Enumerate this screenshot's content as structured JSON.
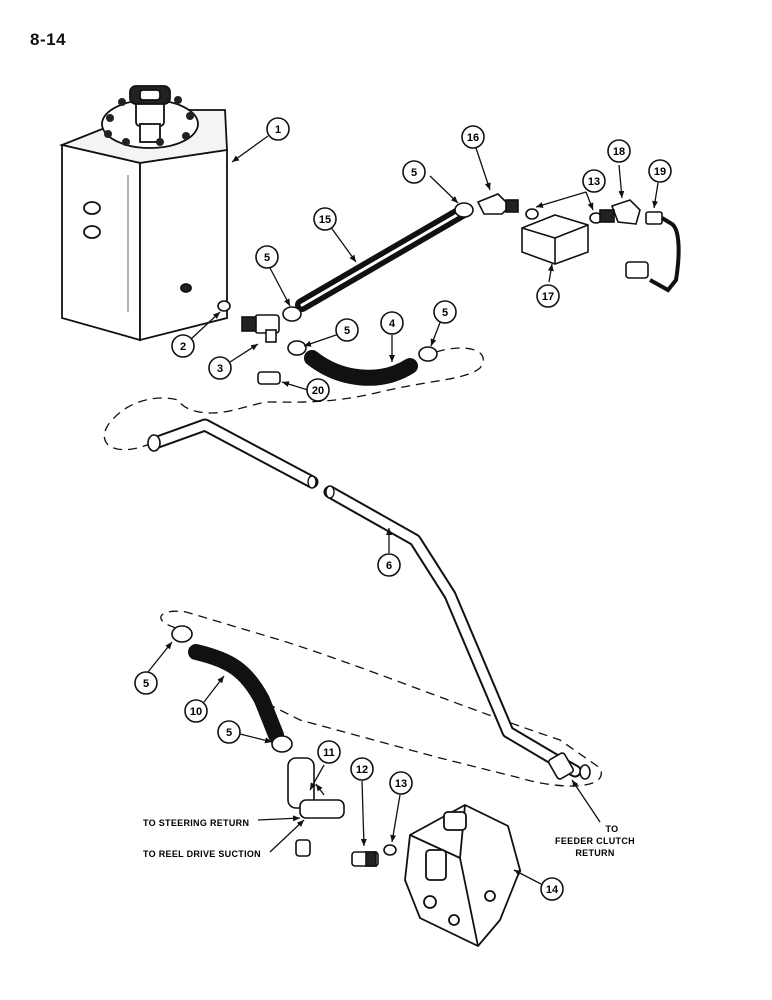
{
  "page": {
    "number": "8-14"
  },
  "callouts": [
    "1",
    "2",
    "3",
    "4",
    "5",
    "6",
    "10",
    "11",
    "12",
    "13",
    "14",
    "15",
    "16",
    "17",
    "18",
    "19",
    "20"
  ],
  "labels": {
    "steering": "TO STEERING RETURN",
    "reel": "TO REEL DRIVE SUCTION",
    "feeder_1": "TO",
    "feeder_2": "FEEDER CLUTCH",
    "feeder_3": "RETURN"
  }
}
